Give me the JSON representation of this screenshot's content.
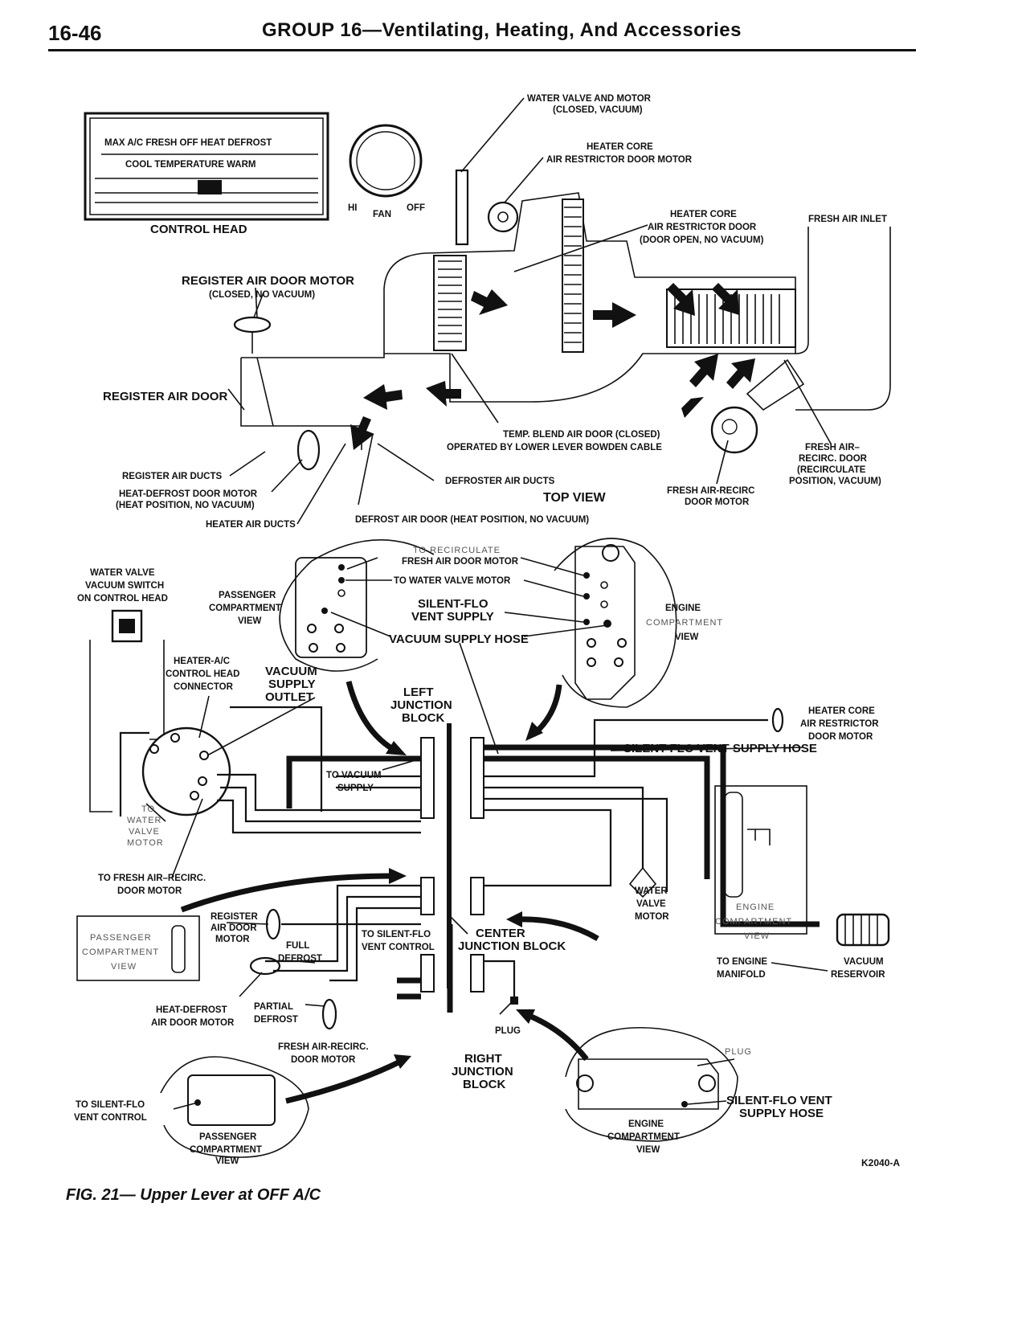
{
  "header": {
    "page_number": "16-46",
    "title": "GROUP 16—Ventilating, Heating, And Accessories"
  },
  "control_head": {
    "top_row": "MAX A/C FRESH OFF HEAT DEFROST",
    "bottom_row": "COOL TEMPERATURE WARM",
    "caption": "CONTROL HEAD",
    "fan_hi": "HI",
    "fan_label": "FAN",
    "fan_off": "OFF"
  },
  "top_view_labels": {
    "water_valve_motor": [
      "WATER VALVE AND MOTOR",
      "(CLOSED, VACUUM)"
    ],
    "heater_core_motor": [
      "HEATER CORE",
      "AIR RESTRICTOR DOOR MOTOR"
    ],
    "heater_core_door": [
      "HEATER CORE",
      "AIR RESTRICTOR DOOR",
      "(DOOR OPEN, NO VACUUM)"
    ],
    "fresh_air_inlet": "FRESH AIR INLET",
    "register_air_door_motor": [
      "REGISTER AIR DOOR MOTOR",
      "(CLOSED, NO VACUUM)"
    ],
    "register_air_door": "REGISTER AIR DOOR",
    "temp_blend": [
      "TEMP. BLEND AIR DOOR (CLOSED)",
      "OPERATED BY LOWER LEVER BOWDEN CABLE"
    ],
    "fresh_air_recirc_door": [
      "FRESH AIR–",
      "RECIRC. DOOR",
      "(RECIRCULATE",
      "POSITION, VACUUM)"
    ],
    "register_air_ducts": "REGISTER AIR DUCTS",
    "heat_defrost_motor": [
      "HEAT-DEFROST DOOR MOTOR",
      "(HEAT POSITION, NO VACUUM)"
    ],
    "defroster_air_ducts": "DEFROSTER AIR DUCTS",
    "top_view": "TOP VIEW",
    "fresh_air_recirc_motor": [
      "FRESH AIR-RECIRC",
      "DOOR MOTOR"
    ],
    "heater_air_ducts": "HEATER AIR DUCTS",
    "defrost_air_door": "DEFROST AIR DOOR (HEAT POSITION, NO VACUUM)"
  },
  "vacuum_labels": {
    "water_valve_switch": [
      "WATER VALVE",
      "VACUUM SWITCH",
      "ON CONTROL HEAD"
    ],
    "passenger_view": [
      "PASSENGER",
      "COMPARTMENT",
      "VIEW"
    ],
    "to_recirculate": [
      "TO RECIRCULATE",
      "FRESH AIR DOOR MOTOR"
    ],
    "to_water_valve_motor": "TO WATER VALVE MOTOR",
    "silent_flo_supply": [
      "SILENT-FLO",
      "VENT SUPPLY"
    ],
    "vacuum_supply_hose": "VACUUM SUPPLY HOSE",
    "engine_view": [
      "ENGINE",
      "COMPARTMENT",
      "VIEW"
    ],
    "connector": [
      "HEATER-A/C",
      "CONTROL HEAD",
      "CONNECTOR"
    ],
    "supply_outlet": [
      "VACUUM",
      "SUPPLY",
      "OUTLET"
    ],
    "left_block": [
      "LEFT",
      "JUNCTION",
      "BLOCK"
    ],
    "heater_core_motor": [
      "HEATER CORE",
      "AIR RESTRICTOR",
      "DOOR MOTOR"
    ],
    "silent_flo_hose": "SILENT-FLO VENT SUPPLY HOSE",
    "to_vacuum_supply": [
      "TO VACUUM",
      "SUPPLY"
    ],
    "to_water_valve": [
      "TO",
      "WATER",
      "VALVE",
      "MOTOR"
    ],
    "to_fresh_air": [
      "TO FRESH AIR–RECIRC.",
      "DOOR MOTOR"
    ],
    "register_motor": [
      "REGISTER",
      "AIR DOOR",
      "MOTOR"
    ],
    "passenger_box": [
      "PASSENGER",
      "COMPARTMENT",
      "VIEW"
    ],
    "full_defrost": [
      "FULL",
      "DEFROST"
    ],
    "to_silent_vent": [
      "TO SILENT-FLO",
      "VENT CONTROL"
    ],
    "center_block": [
      "CENTER",
      "JUNCTION BLOCK"
    ],
    "water_valve_motor": [
      "WATER",
      "VALVE",
      "MOTOR"
    ],
    "engine_box": [
      "ENGINE",
      "COMPARTMENT",
      "VIEW"
    ],
    "to_manifold": [
      "TO ENGINE",
      "MANIFOLD"
    ],
    "vacuum_reservoir": [
      "VACUUM",
      "RESERVOIR"
    ],
    "partial_defrost": [
      "PARTIAL",
      "DEFROST"
    ],
    "heat_defrost_motor": [
      "HEAT-DEFROST",
      "AIR DOOR MOTOR"
    ],
    "plug": "PLUG",
    "fresh_air_motor": [
      "FRESH AIR-RECIRC.",
      "DOOR MOTOR"
    ],
    "right_block": [
      "RIGHT",
      "JUNCTION",
      "BLOCK"
    ],
    "bottom_to_silent": [
      "TO SILENT-FLO",
      "VENT CONTROL"
    ],
    "bottom_passenger": [
      "PASSENGER",
      "COMPARTMENT",
      "VIEW"
    ],
    "bottom_plug": "PLUG",
    "bottom_silent_hose": [
      "SILENT-FLO VENT",
      "SUPPLY HOSE"
    ],
    "bottom_engine": [
      "ENGINE",
      "COMPARTMENT",
      "VIEW"
    ]
  },
  "figure_code": "K2040-A",
  "caption": "FIG. 21— Upper Lever at OFF A/C"
}
